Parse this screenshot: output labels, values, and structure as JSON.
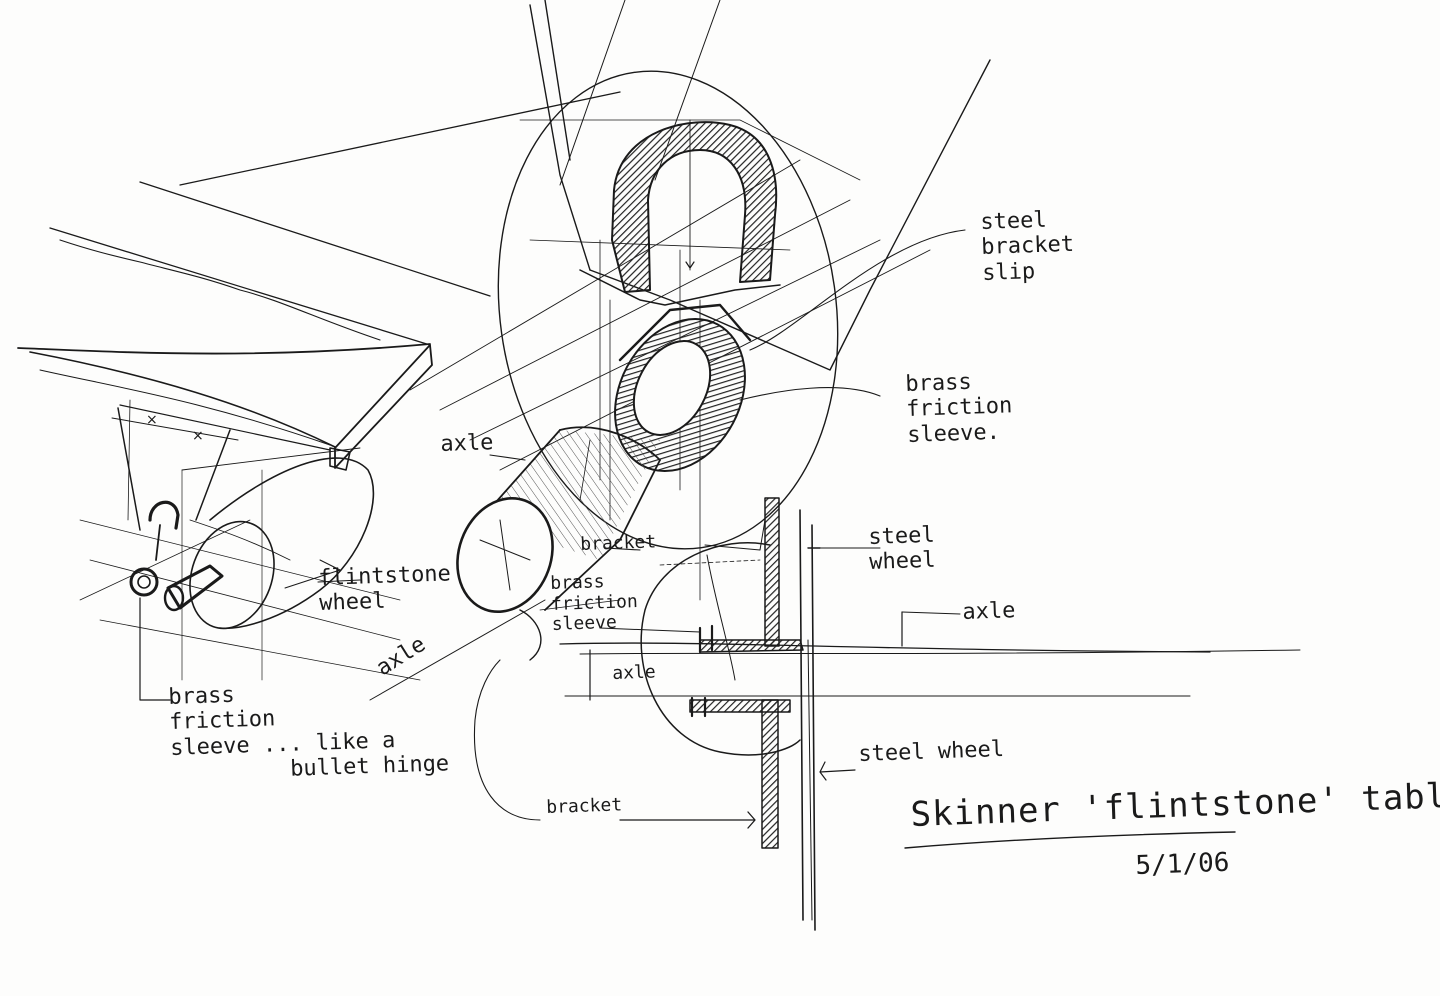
{
  "colors": {
    "paper": "#fdfdfc",
    "ink": "#1a1a1a",
    "hatch": "#222222"
  },
  "labels": {
    "steel_bracket_slip": "steel\nbracket\nslip",
    "brass_sleeve_top": "brass\nfriction\nsleeve.",
    "axle_top": "axle",
    "flintstone_wheel": "flintstone\nwheel",
    "bracket_center": "bracket",
    "brass_sleeve_mid": "brass\nfriction\nsleeve",
    "axle_diag": "axle",
    "steel_wheel_upper": "steel\nwheel",
    "axle_right": "axle",
    "axle_section": "axle",
    "steel_wheel_lower": "steel wheel",
    "bracket_bottom": "bracket",
    "brass_sleeve_left": "brass\nfriction\nsleeve ... like a\n         bullet hinge"
  },
  "title": "Skinner 'flintstone' table",
  "date": "5/1/06"
}
